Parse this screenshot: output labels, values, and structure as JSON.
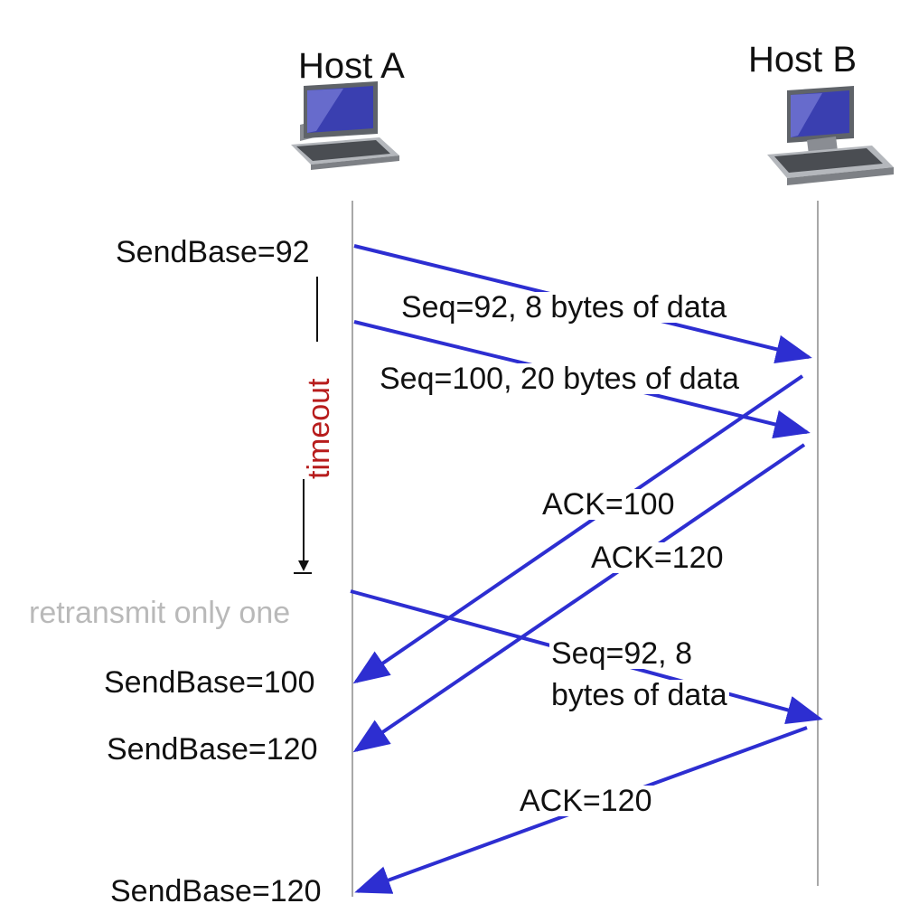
{
  "hosts": {
    "a_title": "Host A",
    "b_title": "Host B",
    "icon": "desktop-computer-icon"
  },
  "host_a_labels": {
    "sendbase_1": "SendBase=92",
    "timeout": "timeout",
    "retransmit_note": "retransmit only one",
    "sendbase_2": "SendBase=100",
    "sendbase_3": "SendBase=120",
    "sendbase_4": "SendBase=120"
  },
  "messages": {
    "seq92": "Seq=92, 8 bytes of data",
    "seq100": "Seq=100, 20 bytes of data",
    "ack100": "ACK=100",
    "ack120_first": "ACK=120",
    "seq92_retx_line1": "Seq=92,  8",
    "seq92_retx_line2": "bytes of data",
    "ack120_final": "ACK=120"
  },
  "colors": {
    "arrow": "#2d2ed1",
    "timeline": "#a8a8a8",
    "timeout_text": "#b71c1c",
    "note_text": "#b9b9b9"
  }
}
